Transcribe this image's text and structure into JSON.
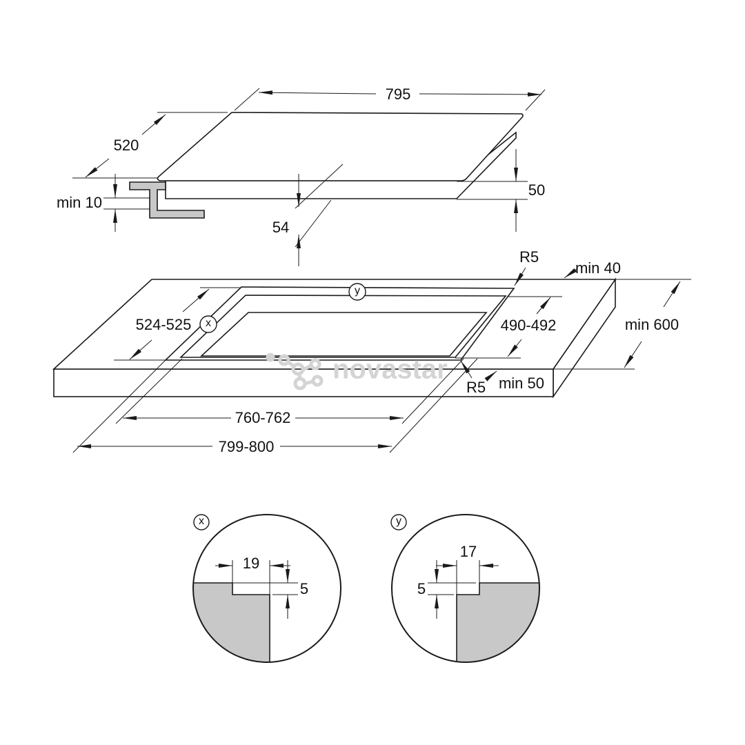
{
  "hob": {
    "width": "795",
    "depth": "520",
    "min_clearance": "min 10",
    "height_total": "54",
    "height_body": "50"
  },
  "worktop": {
    "radius_top": "R5",
    "radius_bottom": "R5",
    "min_back": "min 40",
    "min_depth": "min 600",
    "min_front": "min 50",
    "recess_depth": "524-525",
    "cutout_depth": "490-492",
    "cutout_width": "760-762",
    "recess_width": "799-800",
    "detail_marker_x": "x",
    "detail_marker_y": "y"
  },
  "details": {
    "x": {
      "label": "x",
      "width": "19",
      "depth": "5"
    },
    "y": {
      "label": "y",
      "width": "17",
      "depth": "5"
    }
  },
  "watermark": {
    "text": "novastar",
    "color": "#d4d4d4"
  },
  "colors": {
    "line": "#1a1a1a",
    "section_fill": "#c8c8c8"
  }
}
